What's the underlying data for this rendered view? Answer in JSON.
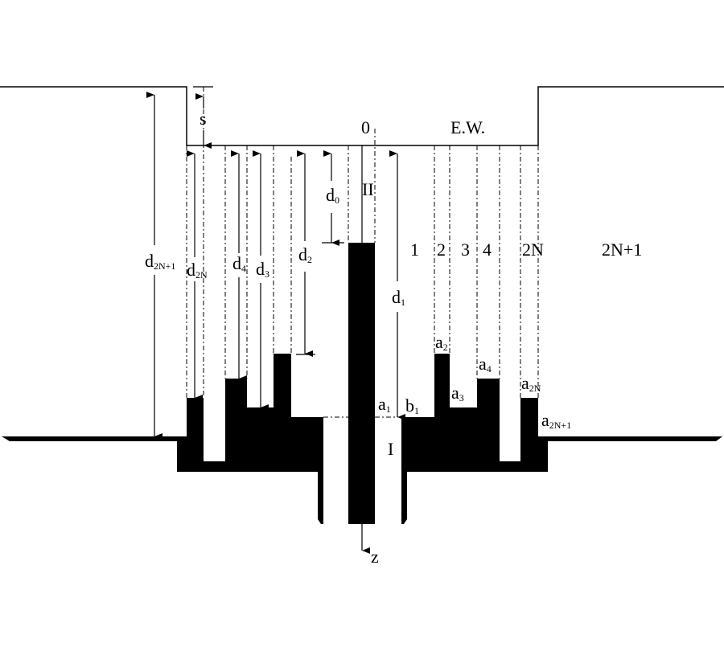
{
  "diagram": {
    "description": "Cross-section of a corrugated coaxial horn / choke structure with stepped grooves",
    "colors": {
      "metal": "#000000",
      "background": "#ffffff",
      "line": "#000000"
    },
    "region_labels": {
      "port_zero": "0",
      "ew": "E.W.",
      "region_two": "II",
      "region_one": "I",
      "z_axis": "z"
    },
    "groove_labels": [
      "1",
      "2",
      "3",
      "4",
      "2N",
      "2N+1"
    ],
    "dimension_labels": {
      "s": "s",
      "d0": {
        "base": "d",
        "sub": "0"
      },
      "d1": {
        "base": "d",
        "sub": "1"
      },
      "d2": {
        "base": "d",
        "sub": "2"
      },
      "d3": {
        "base": "d",
        "sub": "3"
      },
      "d4": {
        "base": "d",
        "sub": "4"
      },
      "d2N": {
        "base": "d",
        "sub": "2N"
      },
      "d2N1": {
        "base": "d",
        "sub": "2N+1"
      }
    },
    "radius_labels": {
      "a1": {
        "base": "a",
        "sub": "1"
      },
      "b1": {
        "base": "b",
        "sub": "1"
      },
      "a2": {
        "base": "a",
        "sub": "2"
      },
      "a3": {
        "base": "a",
        "sub": "3"
      },
      "a4": {
        "base": "a",
        "sub": "4"
      },
      "a2N": {
        "base": "a",
        "sub": "2N"
      },
      "a2N1": {
        "base": "a",
        "sub": "2N+1"
      }
    }
  }
}
